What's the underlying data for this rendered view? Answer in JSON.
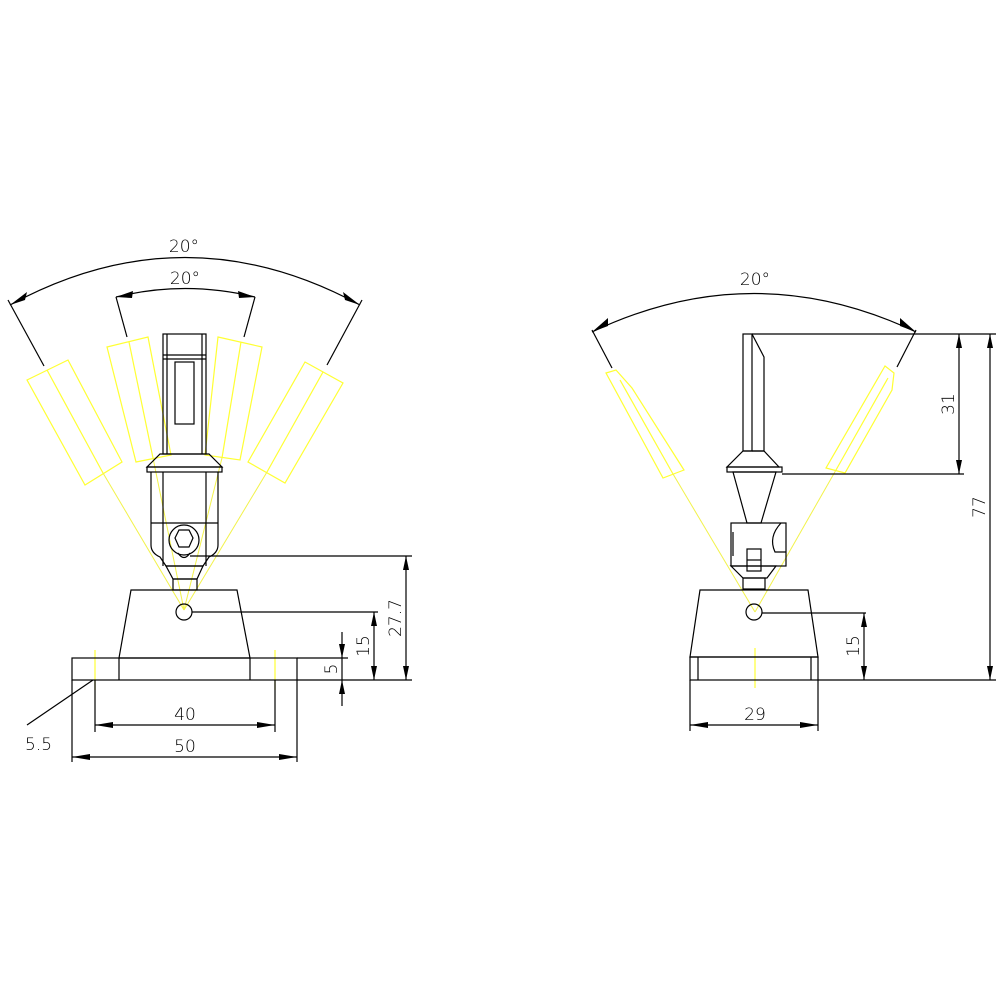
{
  "drawing": {
    "type": "technical drawing - swivel spotlight on base, two orthographic views",
    "front_view": {
      "angle_outer": "20°",
      "angle_inner": "20°",
      "dim_pivot_height": "27.7",
      "dim_base_pivot_height": "15",
      "dim_base_thickness": "5",
      "dim_hole_spacing": "40",
      "dim_base_width": "50",
      "dim_hole_diameter": "5.5"
    },
    "side_view": {
      "angle": "20°",
      "dim_head_length": "31",
      "dim_total_height": "77",
      "dim_base_pivot_height": "15",
      "dim_base_depth": "29"
    },
    "colors": {
      "line": "#000000",
      "tilt_positions": "#ffff33",
      "background": "#ffffff"
    }
  }
}
